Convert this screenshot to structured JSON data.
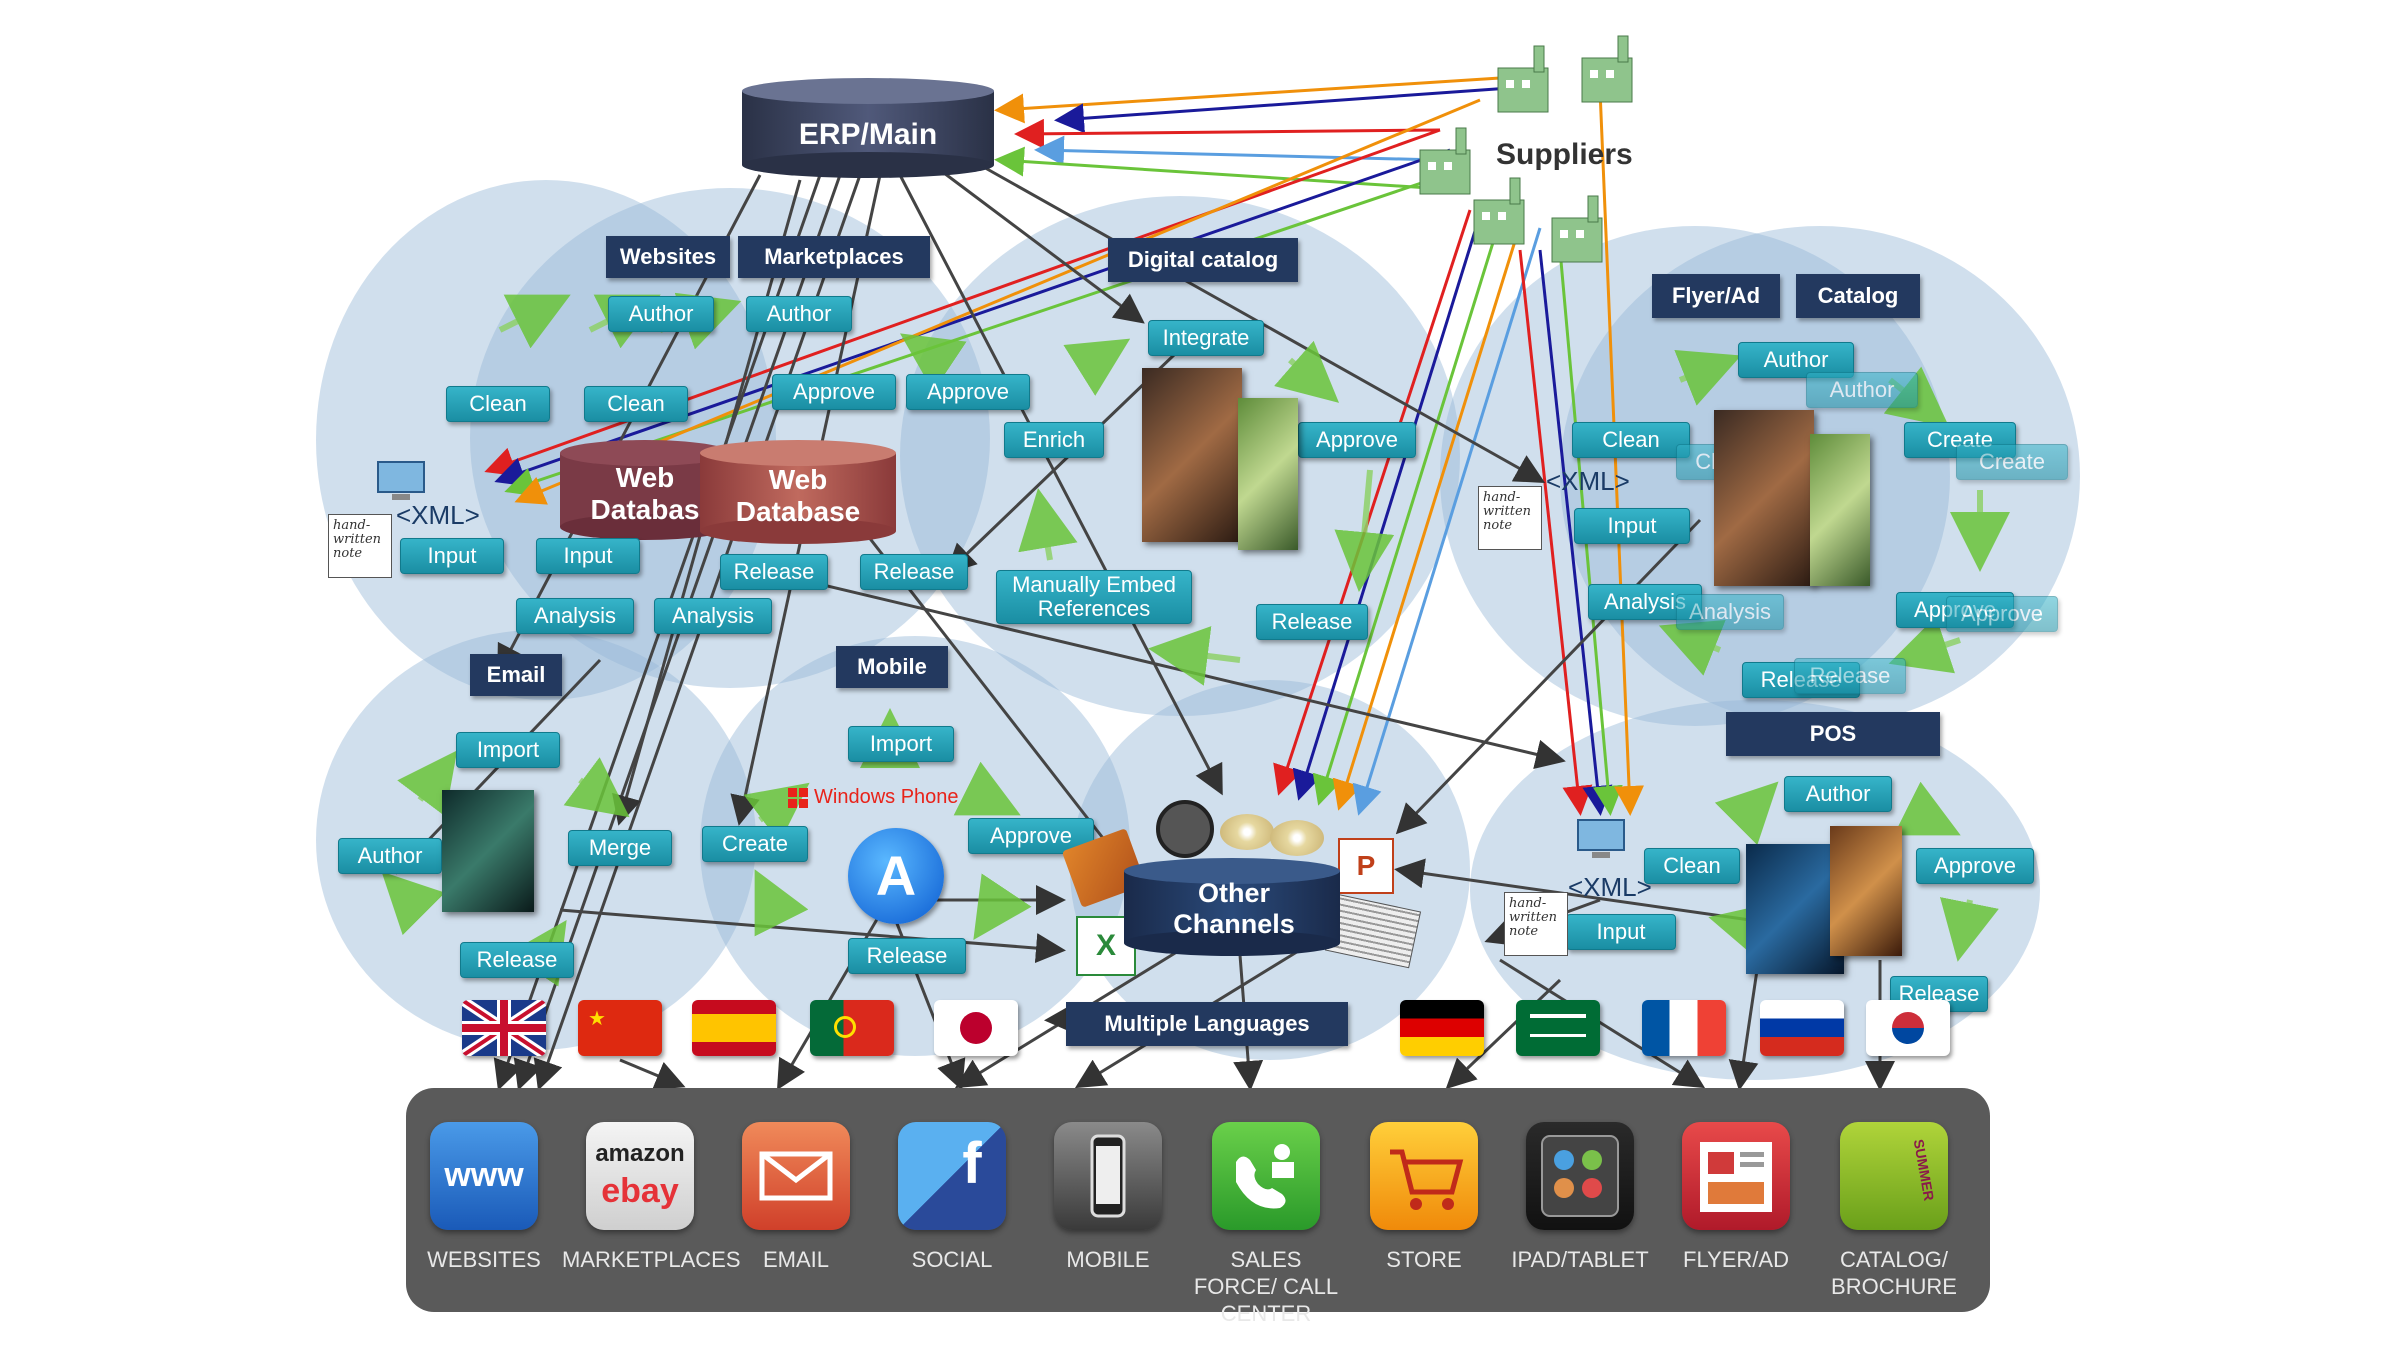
{
  "diagram": {
    "erp_label": "ERP/Main",
    "suppliers_label": "Suppliers",
    "web_database_label_back": "Web Databas",
    "web_database_label": "Web Database",
    "other_channels_label": "Other Channels",
    "xml_label": "<XML>",
    "handwritten_note": "hand-written note",
    "windows_phone_label": "Windows Phone",
    "categories": {
      "websites": "Websites",
      "marketplaces": "Marketplaces",
      "digital_catalog": "Digital catalog",
      "flyer_ad": "Flyer/Ad",
      "catalog": "Catalog",
      "email": "Email",
      "mobile": "Mobile",
      "pos": "POS",
      "multiple_languages": "Multiple Languages"
    },
    "steps": {
      "author": "Author",
      "clean": "Clean",
      "approve": "Approve",
      "input": "Input",
      "analysis": "Analysis",
      "release": "Release",
      "integrate": "Integrate",
      "enrich": "Enrich",
      "manually_embed": "Manually Embed References",
      "create": "Create",
      "import": "Import",
      "merge": "Merge"
    },
    "colors": {
      "category": "#23395f",
      "step": "#1a8ea3",
      "bubble": "#96b9d7",
      "arrow": "#444444",
      "erp": "#3a4258",
      "web_db": "#a0524c"
    }
  },
  "channels": [
    {
      "label": "WEBSITES",
      "icon": "www-icon",
      "text": "www"
    },
    {
      "label": "MARKETPLACES",
      "icon": "amazon-ebay-icon",
      "text": "amazon",
      "text2": "ebay"
    },
    {
      "label": "EMAIL",
      "icon": "envelope-icon"
    },
    {
      "label": "SOCIAL",
      "icon": "social-icon",
      "text": "f"
    },
    {
      "label": "MOBILE",
      "icon": "phone-icon"
    },
    {
      "label": "SALES FORCE/ CALL CENTER",
      "icon": "call-center-icon"
    },
    {
      "label": "STORE",
      "icon": "cart-icon"
    },
    {
      "label": "IPAD/TABLET",
      "icon": "tablet-icon"
    },
    {
      "label": "FLYER/AD",
      "icon": "flyer-icon"
    },
    {
      "label": "CATALOG/ BROCHURE",
      "icon": "catalog-icon",
      "text": "SUMMER"
    }
  ],
  "flags": [
    "uk-flag",
    "china-flag",
    "spain-flag",
    "portugal-flag",
    "japan-flag",
    "germany-flag",
    "saudi-flag",
    "france-flag",
    "russia-flag",
    "korea-flag"
  ]
}
